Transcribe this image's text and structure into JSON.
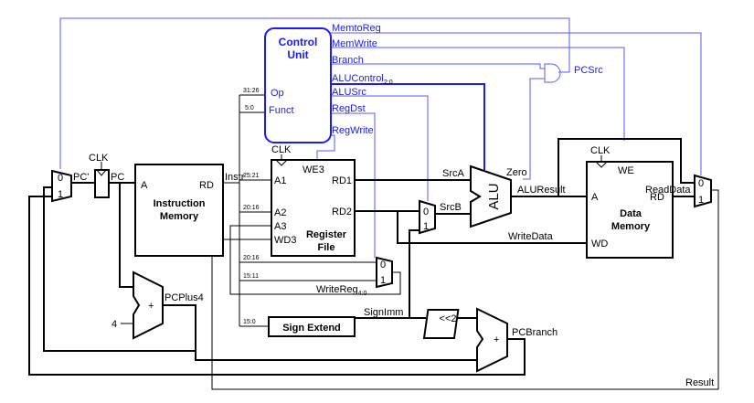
{
  "control_unit": {
    "title": [
      "Control",
      "Unit"
    ],
    "inputs": {
      "op": "Op",
      "funct": "Funct"
    },
    "signals": {
      "memtoreg": "MemtoReg",
      "memwrite": "MemWrite",
      "branch": "Branch",
      "alucontrol": "ALUControl",
      "alucontrol_sub": "2:0",
      "alusrc": "ALUSrc",
      "regdst": "RegDst",
      "regwrite": "RegWrite"
    },
    "pcsrc": "PCSrc"
  },
  "instruction_fields": {
    "op": "31:26",
    "funct": "5:0",
    "rs": "25:21",
    "rt": "20:16",
    "rt2": "20:16",
    "rd": "15:11",
    "imm": "15:0"
  },
  "blocks": {
    "instruction_memory": {
      "a": "A",
      "rd": "RD",
      "name": [
        "Instruction",
        "Memory"
      ]
    },
    "register_file": {
      "clk": "CLK",
      "we3": "WE3",
      "a1": "A1",
      "a2": "A2",
      "a3": "A3",
      "wd3": "WD3",
      "rd1": "RD1",
      "rd2": "RD2",
      "name": [
        "Register",
        "File"
      ]
    },
    "alu": {
      "name": "ALU",
      "zero": "Zero"
    },
    "data_memory": {
      "clk": "CLK",
      "we": "WE",
      "a": "A",
      "rd": "RD",
      "wd": "WD",
      "name": [
        "Data",
        "Memory"
      ]
    },
    "sign_extend": {
      "name": "Sign Extend"
    },
    "shift": {
      "name": "<<2"
    },
    "pc_clk": "CLK",
    "constant_four": "4",
    "adder_sign": "+"
  },
  "mux_labels": {
    "zero": "0",
    "one": "1"
  },
  "signals": {
    "pc_prime": "PC'",
    "pc": "PC",
    "instr": "Instr",
    "srca": "SrcA",
    "srcb": "SrcB",
    "aluresult": "ALUResult",
    "writedata": "WriteData",
    "readdata": "ReadData",
    "writereg": "WriteReg",
    "writereg_sub": "4:0",
    "signimm": "SignImm",
    "pcplus4": "PCPlus4",
    "pcbranch": "PCBranch",
    "result": "Result"
  }
}
